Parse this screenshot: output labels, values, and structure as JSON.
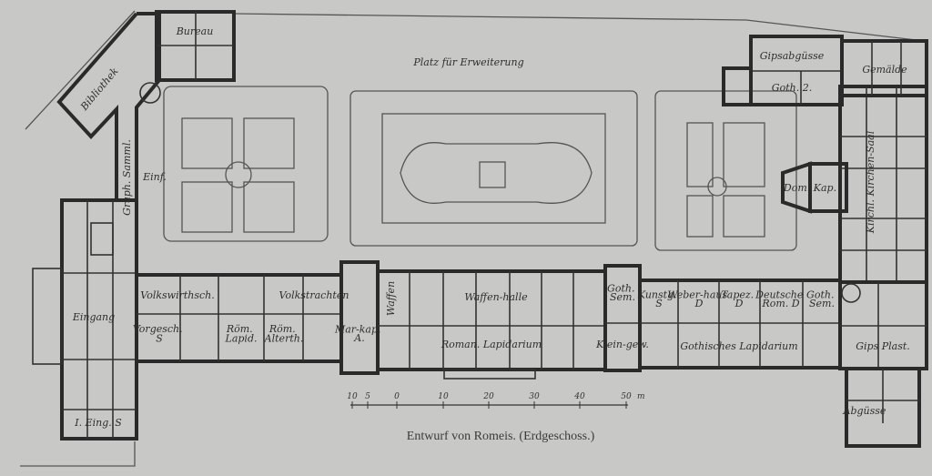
{
  "caption": "Entwurf von Romeis. (Erdgeschoss.)",
  "scale": {
    "ticks": [
      "10",
      "5",
      "0",
      "10",
      "20",
      "30",
      "40",
      "50"
    ],
    "unit": "m"
  },
  "rooms": {
    "extension": "Platz für Erweiterung",
    "bureau": "Bureau",
    "library": "Bibliothek",
    "graphic": "Graph. Samml.",
    "einf": "Einf.",
    "gips": "Gipsabgüsse",
    "goth2": "Goth. 2.",
    "gemaelde": "Gemälde",
    "kirchen": "Kirchl. Kirchen-Saal",
    "domkap": "Dom. Kap.",
    "eingang": "Eingang",
    "volkswirth": "Volkswirthsch.",
    "volkstrachten": "Volkstrachten",
    "vorgesch": "Vorgesch. S",
    "romlapid": "Röm. Lapid.",
    "romalt": "Röm. Alterth.",
    "markap": "Mar-kap. A.",
    "waffen": "Waffen",
    "waffenhalle": "Waffen-halle",
    "romanlapid": "Roman. Lapidarium",
    "gothsem1": "Goth. Sem.",
    "kleingew": "Klein-gew.",
    "kunstg": "Kunstg. S",
    "weberhaus": "Weber-haus D",
    "tapez": "Tapez. D",
    "deutsche": "Deutsche Rom. D",
    "gothsem2": "Goth. Sem.",
    "gothlapid": "Gothisches Lapidarium",
    "gipsplast": "Gips Plast.",
    "abguesse": "Abgüsse",
    "eing2": "I. Eing. S"
  }
}
